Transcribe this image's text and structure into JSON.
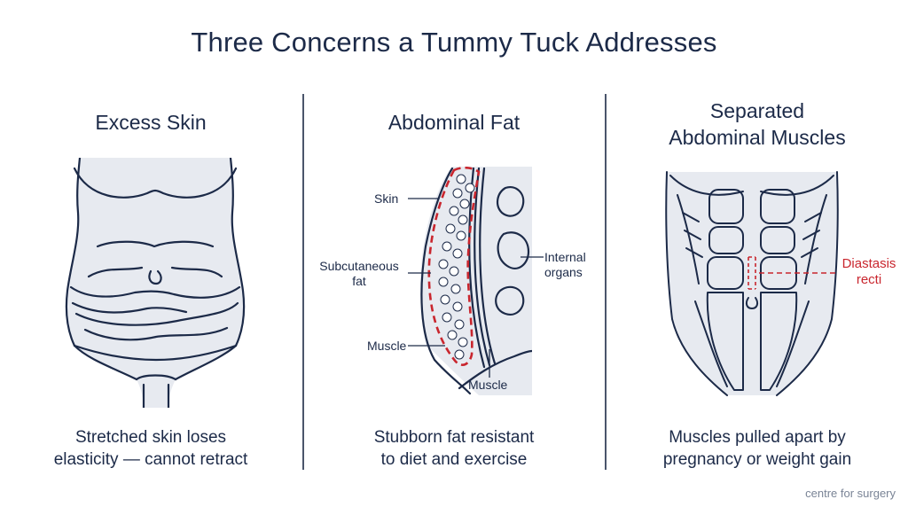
{
  "title": "Three Concerns a Tummy Tuck Addresses",
  "colors": {
    "ink": "#1c2a48",
    "fill": "#e7eaf0",
    "accent": "#c9262e",
    "muted": "#7a8496"
  },
  "panels": [
    {
      "heading": "Excess Skin",
      "caption_line1": "Stretched skin loses",
      "caption_line2": "elasticity — cannot retract",
      "illustration_icon": "torso-skin-folds-icon"
    },
    {
      "heading": "Abdominal Fat",
      "caption_line1": "Stubborn fat resistant",
      "caption_line2": "to diet and exercise",
      "illustration_icon": "abdominal-cross-section-icon",
      "labels": {
        "skin": "Skin",
        "subcutaneous_line1": "Subcutaneous",
        "subcutaneous_line2": "fat",
        "muscle_left": "Muscle",
        "muscle_bottom": "Muscle",
        "organs_line1": "Internal",
        "organs_line2": "organs"
      }
    },
    {
      "heading_line1": "Separated",
      "heading_line2": "Abdominal Muscles",
      "caption_line1": "Muscles pulled apart by",
      "caption_line2": "pregnancy or weight gain",
      "illustration_icon": "abdominal-muscles-icon",
      "labels": {
        "diastasis_line1": "Diastasis",
        "diastasis_line2": "recti"
      }
    }
  ],
  "footer": "centre for surgery"
}
